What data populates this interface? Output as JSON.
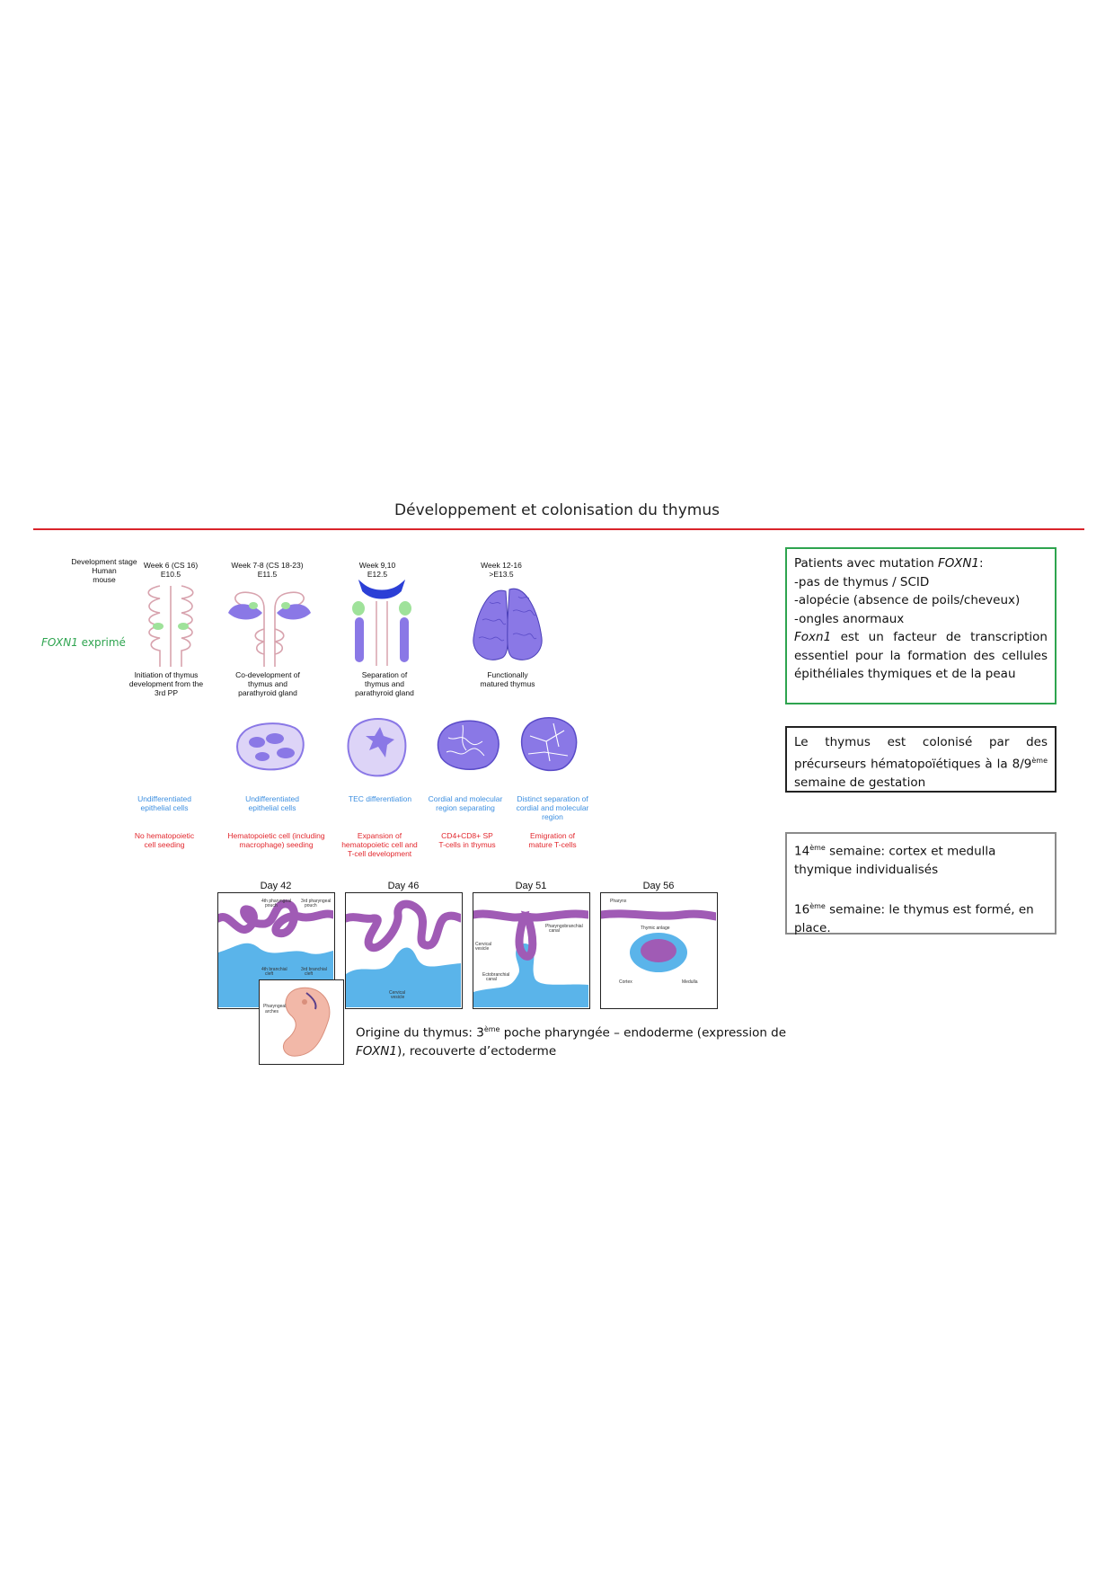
{
  "title": "Développement et colonisation du thymus",
  "left_label": {
    "gene": "FOXN1",
    "suffix": " exprimé"
  },
  "stage_header": {
    "line1": "Development stage",
    "line2": "Human",
    "line3": "mouse"
  },
  "stages": [
    {
      "human": "Week 6 (CS 16)",
      "mouse": "E10.5",
      "caption": [
        "Initiation of thymus",
        "development from the",
        "3rd PP"
      ]
    },
    {
      "human": "Week 7-8 (CS 18-23)",
      "mouse": "E11.5",
      "caption": [
        "Co-development of",
        "thymus and",
        "parathyroid gland"
      ]
    },
    {
      "human": "Week 9,10",
      "mouse": "E12.5",
      "caption": [
        "Separation of",
        "thymus and",
        "parathyroid gland"
      ]
    },
    {
      "human": "Week 12-16",
      "mouse": ">E13.5",
      "caption": [
        "Functionally",
        "matured thymus"
      ]
    }
  ],
  "blue_labels": [
    [
      "Undifferentiated",
      "epithelial cells"
    ],
    [
      "Undifferentiated",
      "epithelial cells"
    ],
    [
      "TEC differentiation"
    ],
    [
      "Cordial and molecular",
      "region separating"
    ],
    [
      "Distinct separation of",
      "cordial and molecular",
      "region"
    ]
  ],
  "red_labels": [
    [
      "No hematopoietic",
      "cell seeding"
    ],
    [
      "Hematopoietic cell (including",
      "macrophage) seeding"
    ],
    [
      "Expansion of",
      "hematopoietic cell and",
      "T-cell development"
    ],
    [
      "CD4+CD8+ SP",
      "T-cells in thymus"
    ],
    [
      "Emigration of",
      "mature T-cells"
    ]
  ],
  "days": [
    {
      "label": "Day 42",
      "notes": [
        "4th pharyngeal",
        "pouch",
        "3rd pharyngeal",
        "pouch",
        "4th branchial",
        "cleft",
        "3rd branchial",
        "cleft"
      ]
    },
    {
      "label": "Day 46",
      "notes": [
        "Cervical",
        "vesicle"
      ]
    },
    {
      "label": "Day 51",
      "notes": [
        "Pharyngobranchial",
        "canal",
        "Cervical",
        "vesicle",
        "Ectobranchial",
        "canal"
      ]
    },
    {
      "label": "Day 56",
      "notes": [
        "Pharynx",
        "Thymic anlage",
        "Cortex",
        "Medulla"
      ]
    }
  ],
  "embryo_labels": [
    "Pharyngeal",
    "arches"
  ],
  "origin": {
    "p1": "Origine du thymus: 3",
    "sup": "ème",
    "p2": " poche pharyngée – endoderme (expression de ",
    "gene": "FOXN1",
    "p3": "), recouverte d’ectoderme"
  },
  "box1": {
    "line1_a": "Patients avec mutation ",
    "line1_gene": "FOXN1",
    "line1_b": ":",
    "items": [
      "-pas de thymus / SCID",
      "-alopécie (absence de poils/cheveux)",
      "-ongles anormaux"
    ],
    "gene2": "Foxn1",
    "desc": " est un facteur de transcription essentiel pour la formation des cellules épithéliales thymiques et de la peau"
  },
  "box2": {
    "a": "Le thymus est colonisé par des précurseurs hématopoïétiques à la 8/9",
    "sup": "ème",
    "b": " semaine de gestation"
  },
  "box3": {
    "l1_num": "14",
    "l1_sup": "ème",
    "l1_text": " semaine: cortex et medulla thymique individualisés",
    "l2_num": "16",
    "l2_sup": "ème",
    "l2_text": " semaine: le thymus est formé, en place."
  },
  "colors": {
    "rule": "#d9242b",
    "green_box": "#2ea44f",
    "thymus_purple": "#8a78e6",
    "pouch_purple": "#a05bb5",
    "endoderm_blue": "#5ab4ea",
    "blue_text": "#3d8fe0",
    "red_text": "#e2282e"
  }
}
